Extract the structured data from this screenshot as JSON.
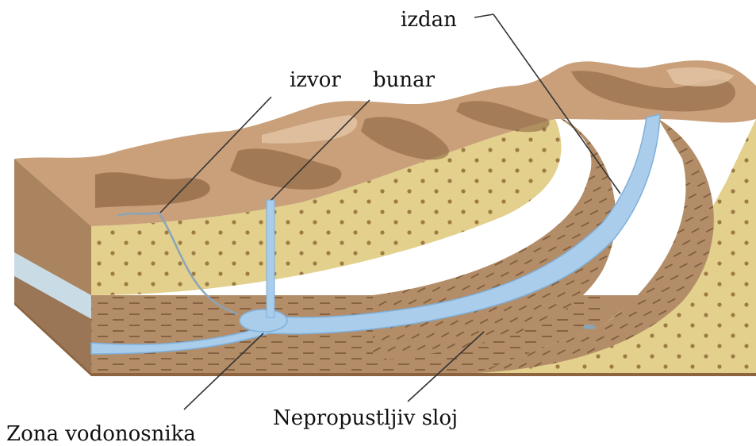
{
  "labels": {
    "izdan": "izdan",
    "izvor": "izvor",
    "bunar": "bunar",
    "zona": "Zona vodonosnika",
    "nepropusni": "Nepropustljiv sloj"
  },
  "colors": {
    "surface": "#c9a07a",
    "surface_dark": "#8c6440",
    "surface_light": "#e3c6a6",
    "aquifer_sand": "#e2d08c",
    "dots": "#9e7a45",
    "clay": "#b38d68",
    "clay_dash": "#7a5838",
    "water": "#a9cdea",
    "water_edge": "#7fb0dc",
    "leader": "#333333"
  }
}
